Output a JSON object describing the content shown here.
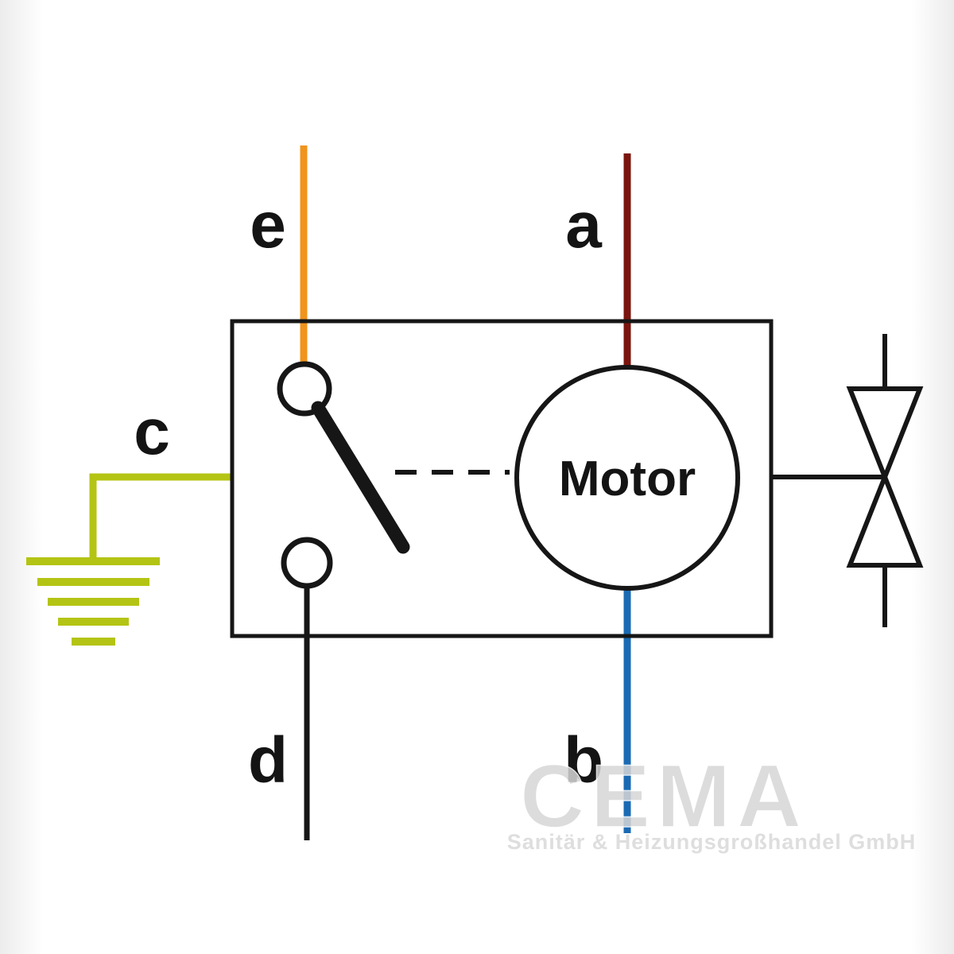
{
  "diagram": {
    "motor_label": "Motor",
    "labels": {
      "e": "e",
      "a": "a",
      "c": "c",
      "d": "d",
      "b": "b"
    }
  },
  "colors": {
    "wire_e": "#f0941c",
    "wire_a": "#7a150e",
    "wire_c": "#b4c414",
    "wire_b": "#1a6ab3",
    "outline": "#161616",
    "watermark": "#d6d6d6"
  },
  "watermark": {
    "brand": "CEMA",
    "subtitle": "Sanitär & Heizungsgroßhandel GmbH"
  }
}
